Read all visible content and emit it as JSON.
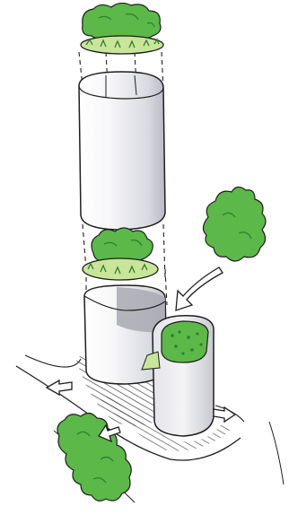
{
  "colors": {
    "ink": "#1e1e1e",
    "paper": "#ffffff",
    "tower_fill": "#f4f4f6",
    "tower_shade": "#cfd0d6",
    "tower_dark": "#a9aab2",
    "green": "#5cb848",
    "green_light": "#c9e59a",
    "green_dark": "#2f7d2b",
    "hatch": "#2a2a2a"
  },
  "parts": [
    {
      "name": "roof-garden",
      "kind": "planted disc with trees"
    },
    {
      "name": "upper-tower",
      "kind": "tall rounded prism"
    },
    {
      "name": "sky-garden",
      "kind": "planted disc with trees"
    },
    {
      "name": "lower-tower",
      "kind": "rounded prism"
    },
    {
      "name": "annex-building",
      "kind": "short prism with green roof"
    },
    {
      "name": "street-tree",
      "kind": "tree canopy"
    },
    {
      "name": "plaza",
      "kind": "hatched ground"
    },
    {
      "name": "arrows",
      "kind": "approach arrows"
    }
  ]
}
